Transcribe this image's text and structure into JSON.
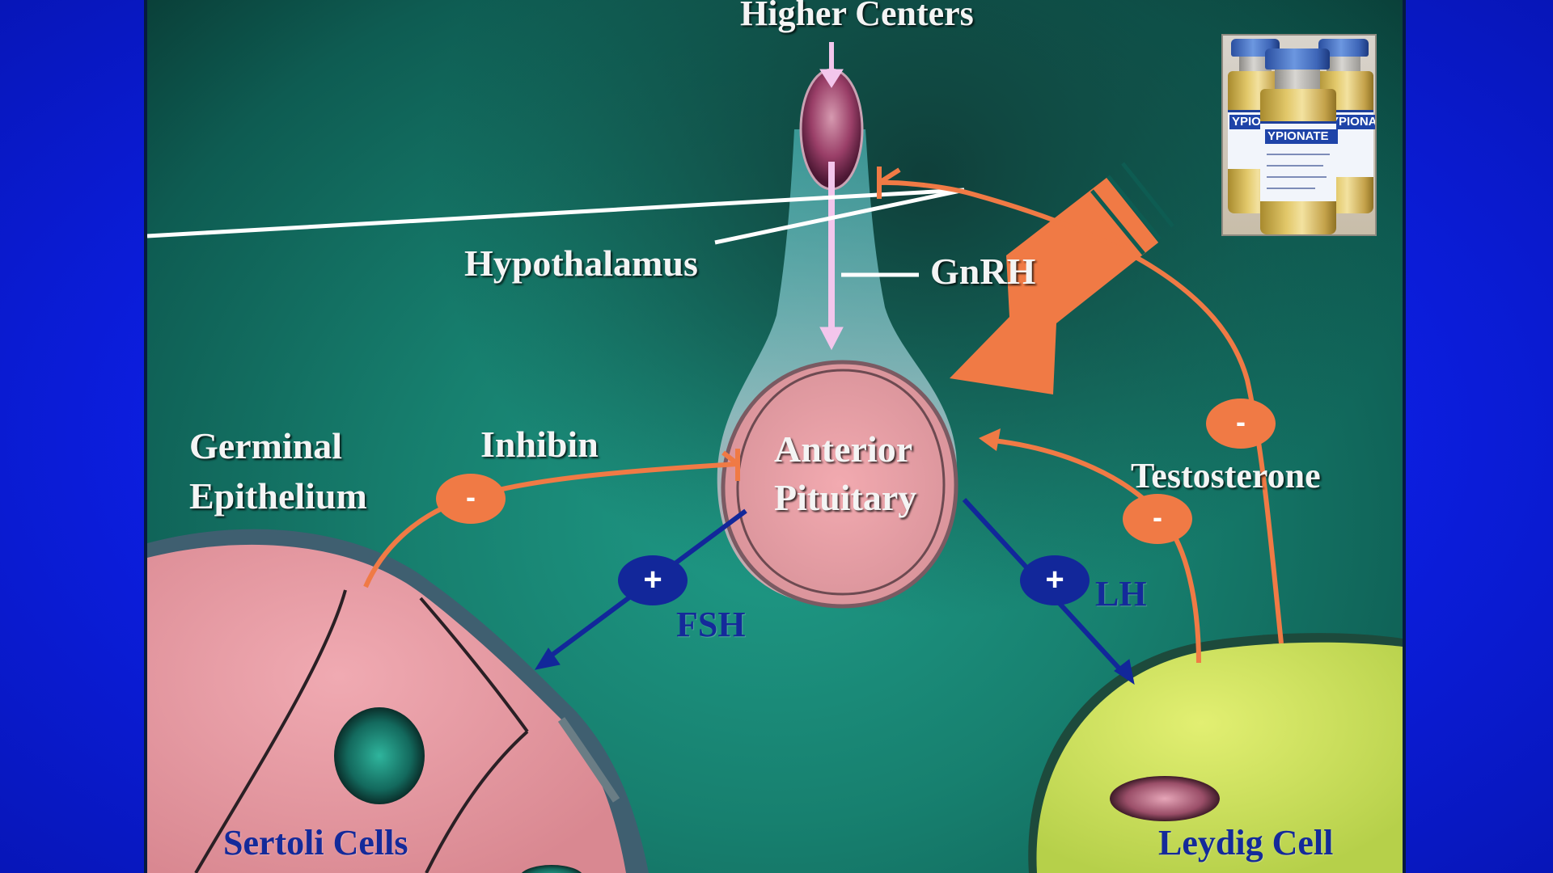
{
  "labels": {
    "higher_centers": "Higher Centers",
    "hypothalamus": "Hypothalamus",
    "gnrh": "GnRH",
    "anterior": "Anterior",
    "pituitary": "Pituitary",
    "germinal": "Germinal",
    "epithelium": "Epithelium",
    "inhibin": "Inhibin",
    "testosterone": "Testosterone",
    "fsh": "FSH",
    "lh": "LH",
    "sertoli_cells": "Sertoli Cells",
    "leydig_cell": "Leydig Cell"
  },
  "signs": {
    "plus": "+",
    "minus": "-"
  },
  "vials": {
    "label_text": "YPIONATE"
  },
  "colors": {
    "feedback": "#f07a45",
    "stimulation": "#12279a",
    "gnrh_path": "#f3c6ec",
    "sertoli": "#e59aa3",
    "leydig": "#cfe45a",
    "pituitary": "#e6a2a6"
  }
}
